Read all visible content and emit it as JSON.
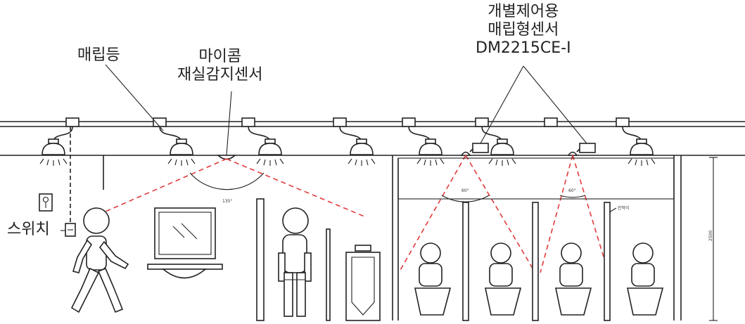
{
  "labels": {
    "recessed_light": "매립등",
    "mic_sensor_line1": "마이콤",
    "mic_sensor_line2": "재실감지센서",
    "individual_sensor_line1": "개별제어용",
    "individual_sensor_line2": "매립형센서",
    "individual_sensor_model": "DM2215CE-I",
    "switch": "스위치",
    "angle_main": "135°",
    "angle_left_stall": "60°",
    "angle_right_stall": "60°",
    "partition_note": "칸막이",
    "height_dim": "2500"
  },
  "colors": {
    "line": "#222222",
    "detection": "#e23b3b",
    "background": "#ffffff"
  }
}
